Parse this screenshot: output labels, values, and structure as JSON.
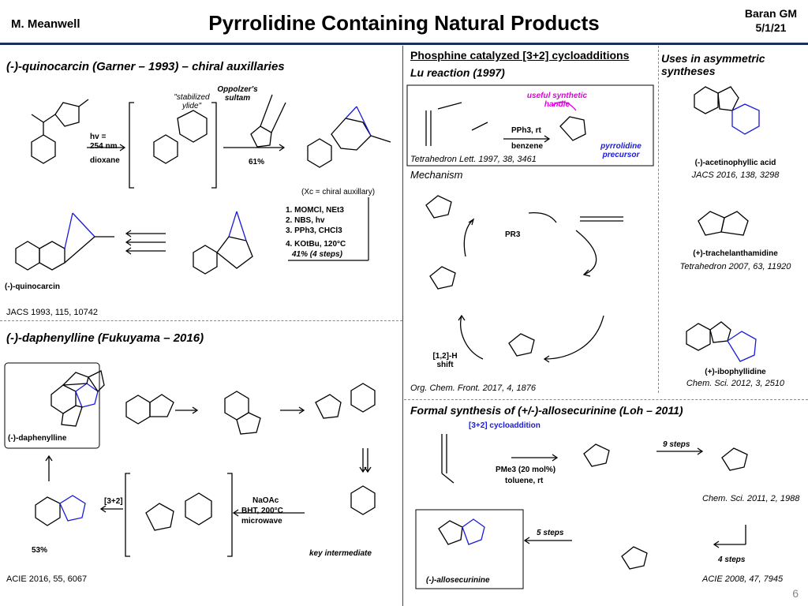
{
  "header": {
    "author": "M. Meanwell",
    "title": "Pyrrolidine Containing Natural Products",
    "group": "Baran GM",
    "date": "5/1/21"
  },
  "quinocarcin": {
    "heading": "(-)-quinocarcin (Garner – 1993) – chiral auxillaries",
    "stabilized_ylide": "\"stabilized ylide\"",
    "oppolzer": "Oppolzer's sultam",
    "hv": "hv =",
    "wavelength": "254 nm",
    "solvent": "dioxane",
    "yield": "61%",
    "xc_note": "(Xc = chiral auxillary)",
    "steps": [
      "1. MOMCl, NEt3",
      "2. NBS, hv",
      "3. PPh3, CHCl3",
      "4. KOtBu, 120°C"
    ],
    "steps_yield": "41% (4 steps)",
    "product": "(-)-quinocarcin",
    "ref": "JACS 1993, 115, 10742"
  },
  "daphenylline": {
    "heading": "(-)-daphenylline (Fukuyama – 2016)",
    "product": "(-)-daphenylline",
    "cycloaddition": "[3+2]",
    "conditions": [
      "NaOAc",
      "BHT, 200°C",
      "microwave"
    ],
    "key": "key intermediate",
    "yield": "53%",
    "ref": "ACIE 2016, 55, 6067"
  },
  "lu": {
    "heading1": "Phosphine catalyzed [3+2] cycloadditions",
    "heading2": "Lu reaction (1997)",
    "handle": "useful synthetic handle",
    "reagent": "PPh3, rt",
    "solvent": "benzene",
    "precursor": "pyrrolidine precursor",
    "ref": "Tetrahedron Lett. 1997, 38, 3461",
    "mechanism": "Mechanism",
    "pr3": "PR3",
    "shift": "[1,2]-H shift",
    "ref2": "Org. Chem. Front. 2017, 4, 1876"
  },
  "uses": {
    "heading": "Uses in asymmetric syntheses",
    "items": [
      {
        "name": "(-)-acetinophyllic acid",
        "ref": "JACS 2016, 138, 3298"
      },
      {
        "name": "(+)-trachelanthamidine",
        "ref": "Tetrahedron 2007, 63, 11920"
      },
      {
        "name": "(+)-ibophyllidine",
        "ref": "Chem. Sci. 2012, 3, 2510"
      }
    ]
  },
  "allosecurinine": {
    "heading": "Formal synthesis of (+/-)-allosecurinine (Loh – 2011)",
    "cycloaddition": "[3+2] cycloaddition",
    "catalyst": "PMe3 (20 mol%)",
    "conditions": "toluene, rt",
    "steps9": "9 steps",
    "ref1": "Chem. Sci. 2011, 2, 1988",
    "steps4": "4 steps",
    "steps5": "5 steps",
    "ref2": "ACIE 2008, 47, 7945",
    "product": "(-)-allosecurinine"
  },
  "page_number": "6"
}
